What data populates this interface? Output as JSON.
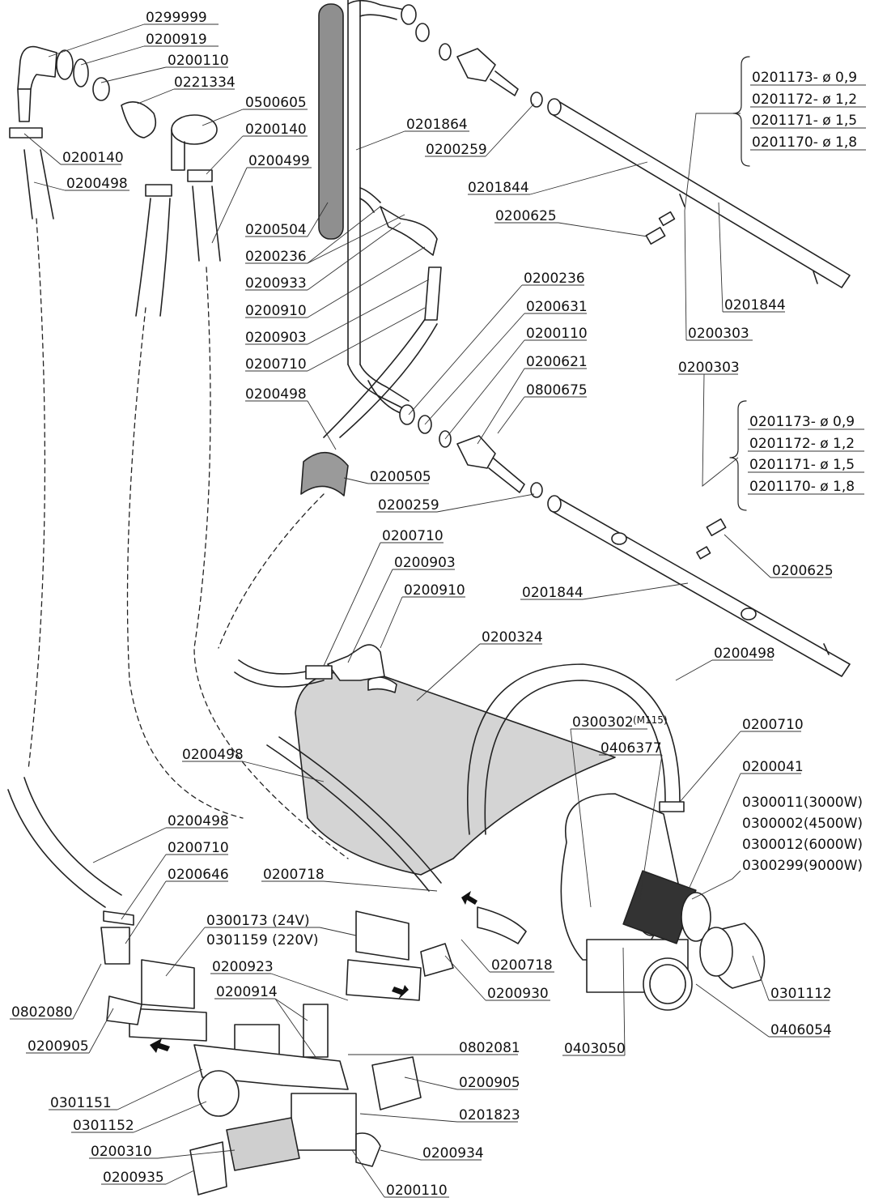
{
  "parts": {
    "p0299999": "0299999",
    "p0200919": "0200919",
    "p0200110": "0200110",
    "p0221334": "0221334",
    "p0500605": "0500605",
    "p0200140": "0200140",
    "p0200499": "0200499",
    "p0200498": "0200498",
    "p0200504": "0200504",
    "p0200236": "0200236",
    "p0200933": "0200933",
    "p0200910": "0200910",
    "p0200903": "0200903",
    "p0200710": "0200710",
    "p0201864": "0201864",
    "p0200259": "0200259",
    "p0201844": "0201844",
    "p0200625": "0200625",
    "p0200303": "0200303",
    "p0200631": "0200631",
    "p0200621": "0200621",
    "p0800675": "0800675",
    "p0200505": "0200505",
    "p0200324": "0200324",
    "p0300302": "0300302",
    "m115": "(M115)",
    "p0406377": "0406377",
    "p0200041": "0200041",
    "heater_3000": "0300011(3000W)",
    "heater_4500": "0300002(4500W)",
    "heater_6000": "0300012(6000W)",
    "heater_9000": "0300299(9000W)",
    "p0200718": "0200718",
    "p0200646": "0200646",
    "valve_24v": "0300173  (24V)",
    "valve_220v": "0301159  (220V)",
    "p0200923": "0200923",
    "p0200914": "0200914",
    "p0200930": "0200930",
    "p0802080": "0802080",
    "p0200905": "0200905",
    "p0802081": "0802081",
    "p0403050": "0403050",
    "p0406054": "0406054",
    "p0301112": "0301112",
    "p0301151": "0301151",
    "p0301152": "0301152",
    "p0201823": "0201823",
    "p0200310": "0200310",
    "p0200934": "0200934",
    "p0200935": "0200935"
  },
  "nozzles": {
    "n09": "0201173-  ø  0,9",
    "n12": "0201172-  ø  1,2",
    "n15": "0201171-  ø  1,5",
    "n18": "0201170-  ø  1,8"
  }
}
